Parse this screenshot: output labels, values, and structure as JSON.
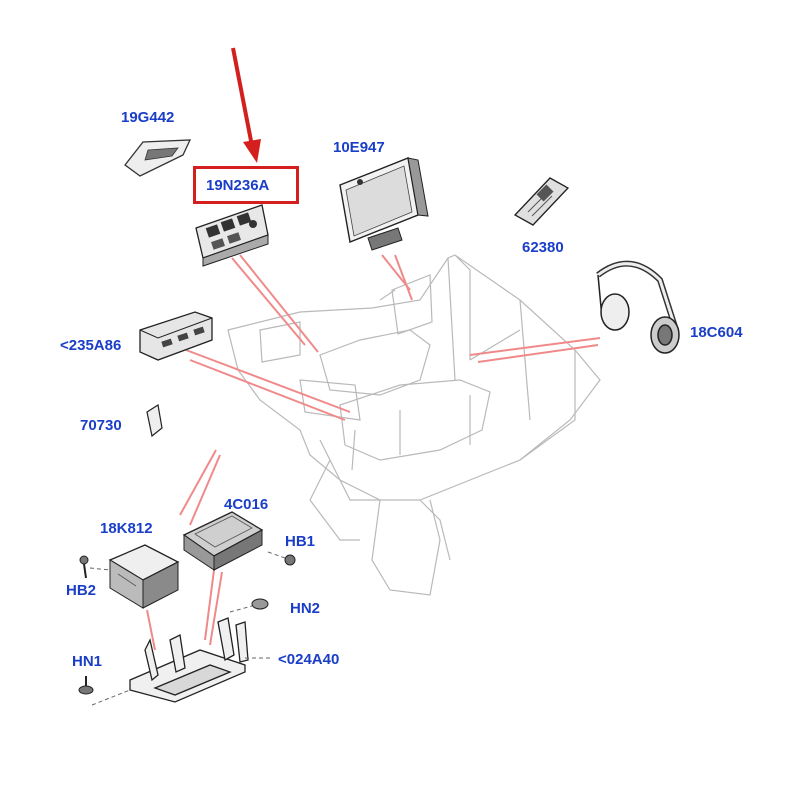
{
  "labels": {
    "p19g442": "19G442",
    "p19n236a": "19N236A",
    "p10e947": "10E947",
    "p62380": "62380",
    "p18c604": "18C604",
    "p235a86": "<235A86",
    "p70730": "70730",
    "p18k812": "18K812",
    "p4c016": "4C016",
    "hb1": "HB1",
    "hb2": "HB2",
    "hn2": "HN2",
    "hn1": "HN1",
    "p024a40": "<024A40"
  },
  "colors": {
    "label": "#1a3ec8",
    "highlight": "#d41f1f",
    "leader": "#f08a8a",
    "outline": "#444444",
    "ghost": "#b9b9b9"
  },
  "highlighted_part": "19N236A"
}
